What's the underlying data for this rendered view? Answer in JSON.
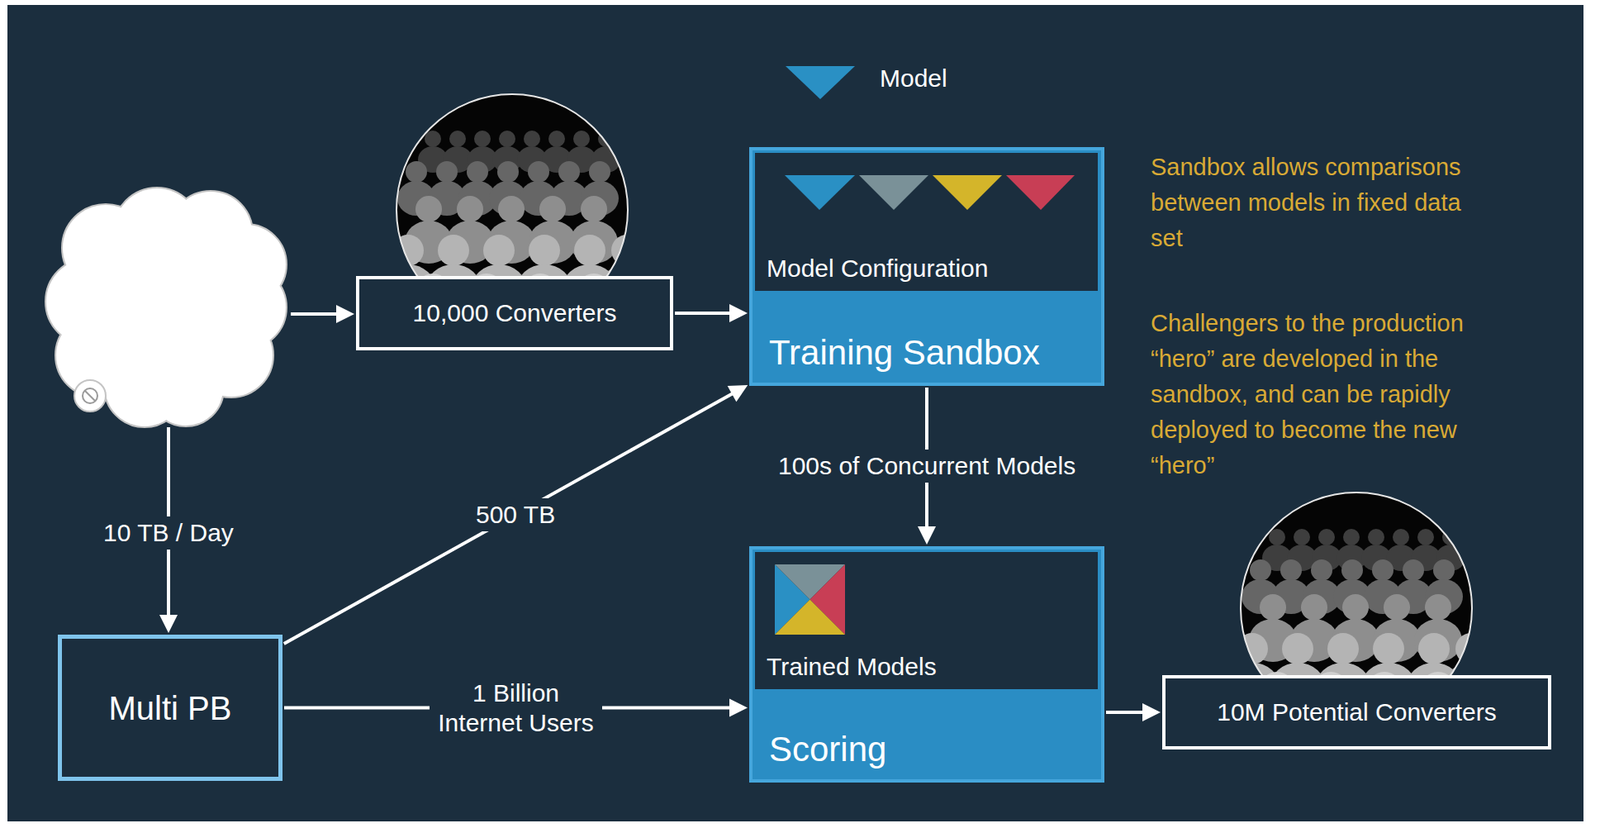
{
  "diagram": {
    "nodes": [
      {
        "text": [
          "10,000 Converters"
        ]
      },
      {
        "text": [
          "Training Sandbox"
        ]
      },
      {
        "text": [
          "Model Configuration"
        ],
        "in": 1
      },
      {
        "text": [
          "Multi PB"
        ]
      },
      {
        "text": [
          "Scoring"
        ]
      },
      {
        "text": [
          "Trained Models"
        ],
        "in": 4
      },
      {
        "text": [
          "10M Potential Converters"
        ]
      }
    ],
    "edges": [
      {
        "from": 0,
        "to": 1,
        "arrow": "to"
      },
      {
        "from": 3,
        "to": 1,
        "label": "500 TB",
        "arrow": "to"
      },
      {
        "from": 1,
        "to": 4,
        "label": "100s of Concurrent Models",
        "arrow": "to"
      },
      {
        "from": 3,
        "to": 4,
        "label": "1 Billion Internet Users",
        "arrow": "to"
      },
      {
        "from": 4,
        "to": 6,
        "arrow": "to"
      }
    ],
    "labels": [
      "10 TB / Day",
      "Sandbox allows comparisons between models in fixed data set",
      "Challengers to the production “hero” are developed in the sandbox, and can be rapidly deployed to become the new “hero”"
    ],
    "legend": [
      {
        "text": "Model",
        "color": "#2a90c4"
      }
    ]
  }
}
